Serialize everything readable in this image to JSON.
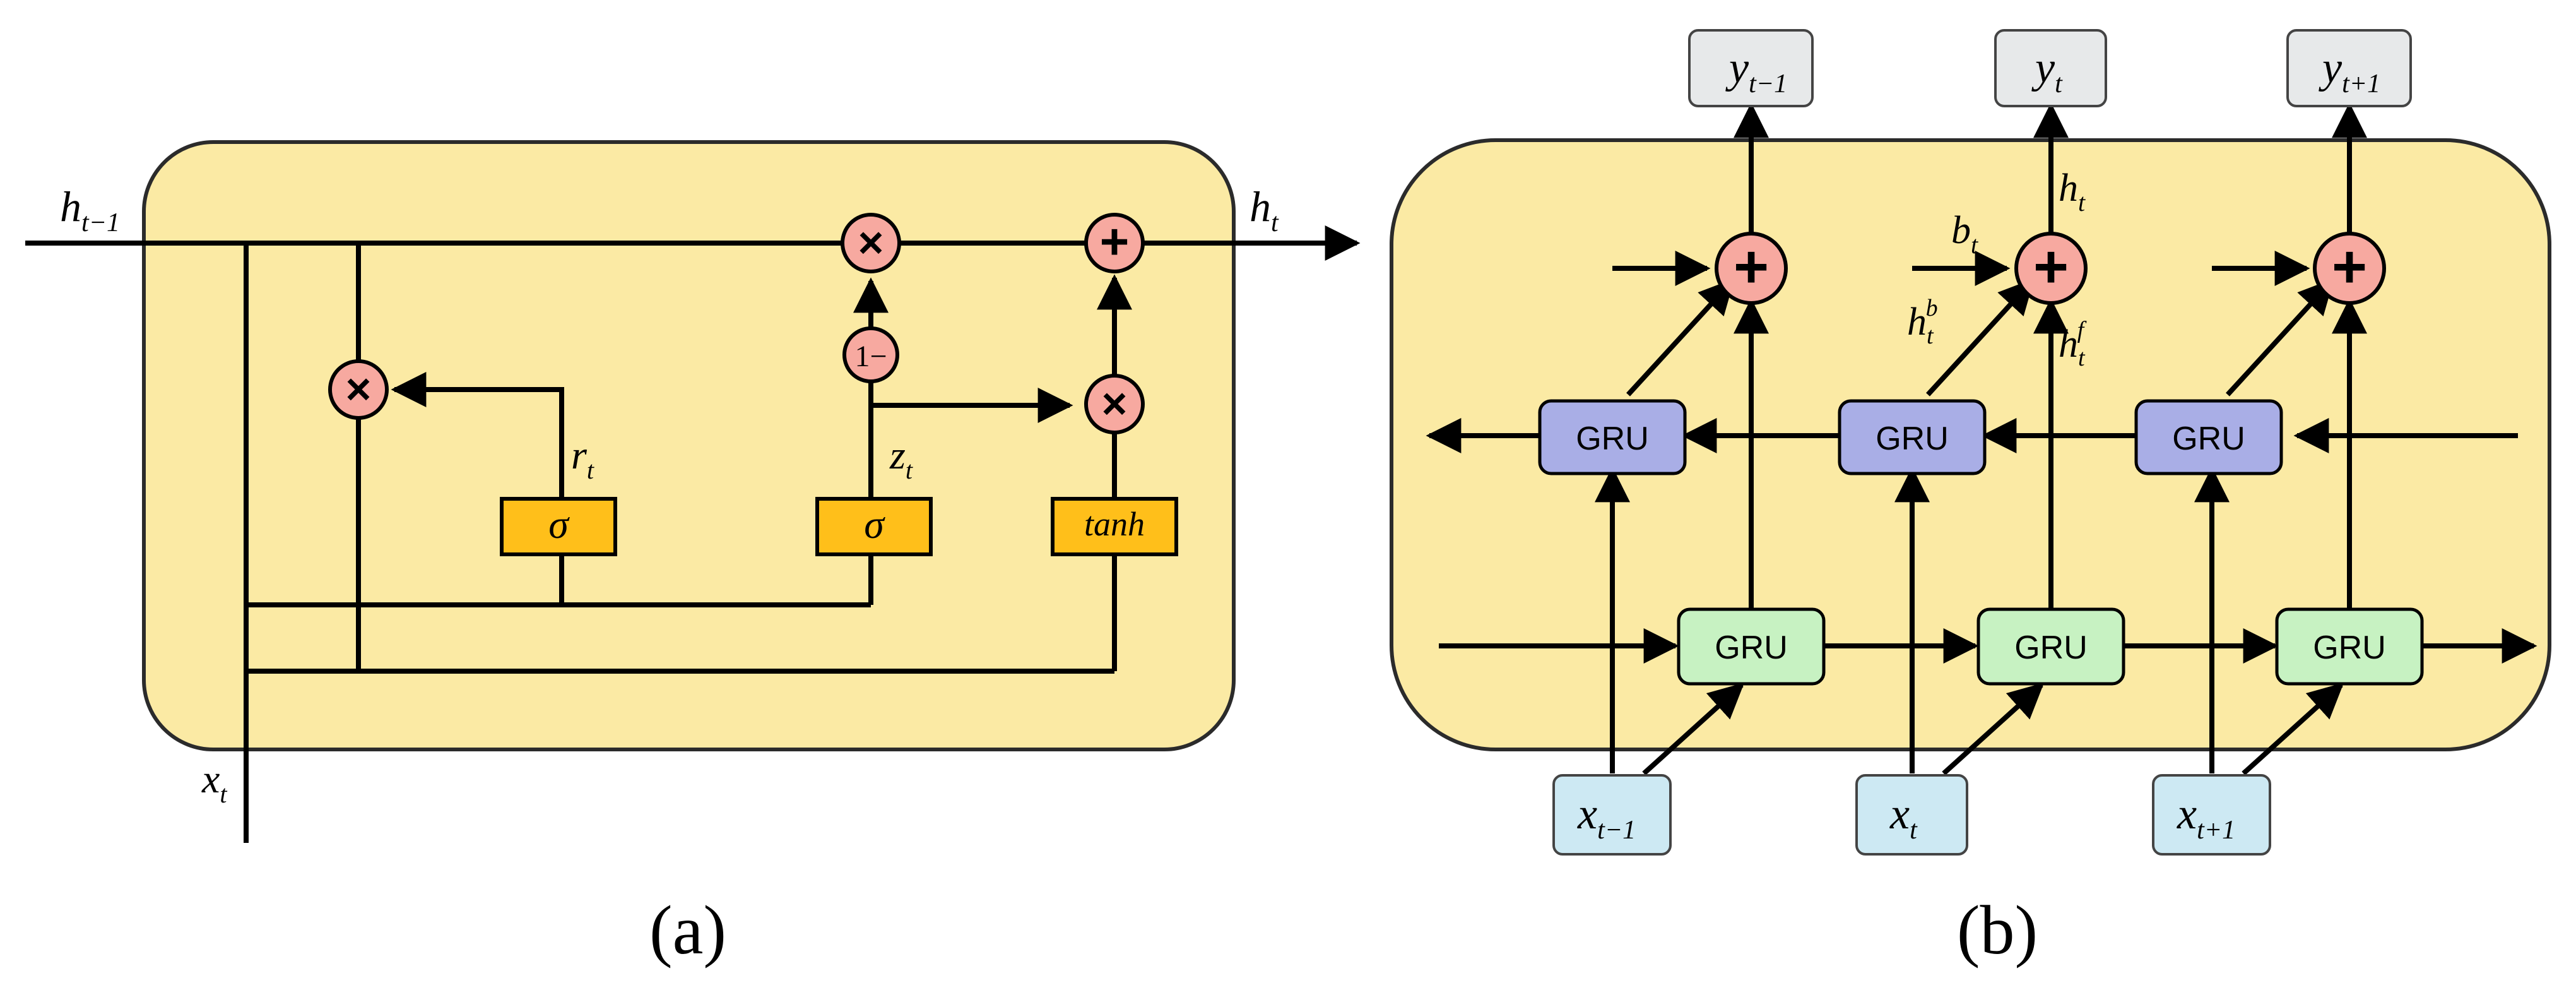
{
  "colors": {
    "cell_fill": "#fbeaa4",
    "cell_stroke": "#2b2b2b",
    "op_fill": "#f7a9a0",
    "gate_fill": "#ffbf1a",
    "gate_stroke": "#a06a00",
    "gru_back_fill": "#a9aee6",
    "gru_fwd_fill": "#c7f2c2",
    "input_fill": "#cde9f3",
    "output_fill": "#e7e9ea",
    "line": "#000000"
  },
  "panel_a": {
    "caption": "(a)",
    "h_prev": {
      "base": "h",
      "sub": "t−1"
    },
    "h_out": {
      "base": "h",
      "sub": "t"
    },
    "x_in": {
      "base": "x",
      "sub": "t"
    },
    "r_label": {
      "base": "r",
      "sub": "t"
    },
    "z_label": {
      "base": "z",
      "sub": "t"
    },
    "gate_sigma_r": "σ",
    "gate_sigma_z": "σ",
    "gate_tanh": "tanh",
    "one_minus": "1−",
    "mult_symbol": "×",
    "add_symbol": "+"
  },
  "panel_b": {
    "caption": "(b)",
    "gru_label": "GRU",
    "outputs": [
      {
        "base": "y",
        "sub": "t−1"
      },
      {
        "base": "y",
        "sub": "t"
      },
      {
        "base": "y",
        "sub": "t+1"
      }
    ],
    "inputs": [
      {
        "base": "x",
        "sub": "t−1"
      },
      {
        "base": "x",
        "sub": "t"
      },
      {
        "base": "x",
        "sub": "t+1"
      }
    ],
    "h_t": {
      "base": "h",
      "sub": "t"
    },
    "b_t": {
      "base": "b",
      "sub": "t"
    },
    "h_b": {
      "base": "h",
      "sub": "t",
      "sup": "b"
    },
    "h_f": {
      "base": "h",
      "sub": "t",
      "sup": "f"
    },
    "add_symbol": "+"
  }
}
